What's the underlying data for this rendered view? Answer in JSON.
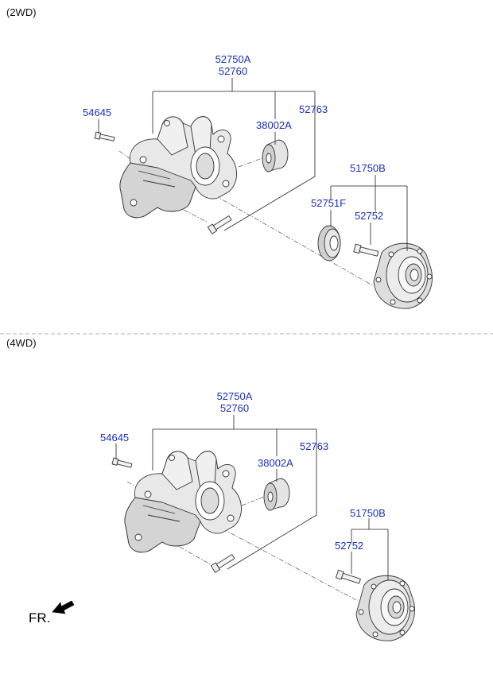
{
  "colors": {
    "part_number": "#1a2fb8",
    "line": "#222222",
    "part_fill": "#e8e8e8",
    "part_shade": "#cfcfcf"
  },
  "sections": [
    {
      "label": "(2WD)",
      "parts": {
        "knuckle_a": "52750A",
        "knuckle_b": "52760",
        "bolt": "54645",
        "bushing": "38002A",
        "knuckle_bolt": "52763",
        "hub_assy": "51750B",
        "dust_cover": "52751F",
        "hub_bolt": "52752"
      }
    },
    {
      "label": "(4WD)",
      "parts": {
        "knuckle_a": "52750A",
        "knuckle_b": "52760",
        "bolt": "54645",
        "bushing": "38002A",
        "knuckle_bolt": "52763",
        "hub_assy": "51750B",
        "hub_bolt": "52752"
      }
    }
  ],
  "direction_label": "FR."
}
